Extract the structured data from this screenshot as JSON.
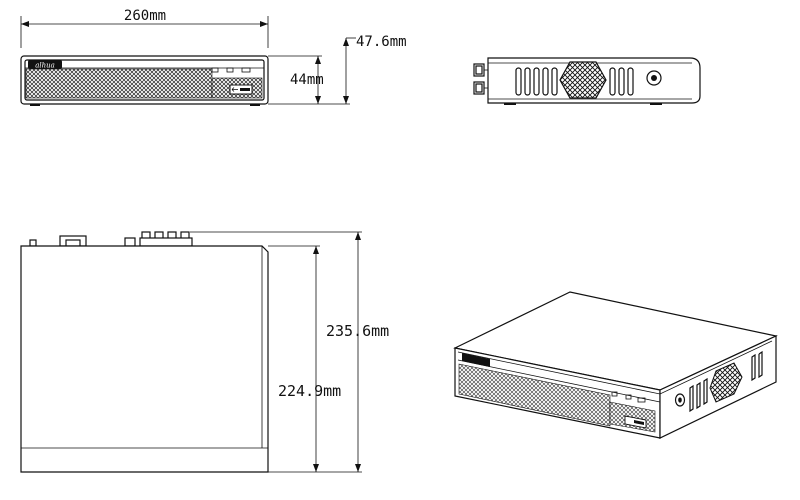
{
  "dimensions": {
    "width": "260mm",
    "height_total": "47.6mm",
    "height_body": "44mm",
    "depth_total": "235.6mm",
    "depth_body": "224.9mm"
  },
  "logo": {
    "text": "alhua"
  },
  "colors": {
    "line": "#111111",
    "background": "#ffffff"
  }
}
